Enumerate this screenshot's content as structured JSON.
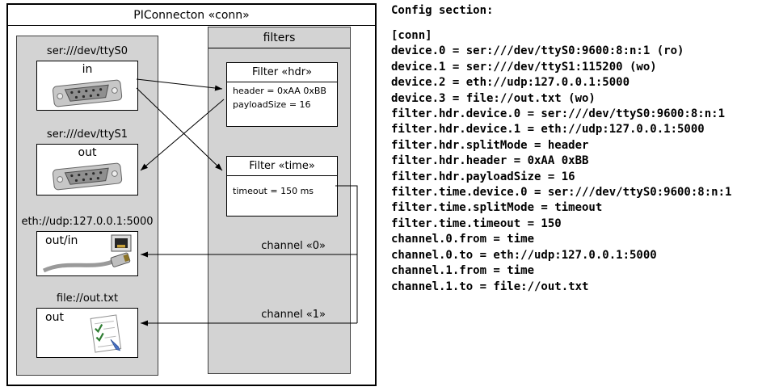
{
  "diagram": {
    "title": "PIConnecton «conn»",
    "devices": [
      {
        "label": "ser:///dev/ttyS0",
        "direction": "in",
        "icon": "serial-connector-icon"
      },
      {
        "label": "ser:///dev/ttyS1",
        "direction": "out",
        "icon": "serial-connector-icon"
      },
      {
        "label": "eth://udp:127.0.0.1:5000",
        "direction": "out/in",
        "icon": "ethernet-connector-icon"
      },
      {
        "label": "file://out.txt",
        "direction": "out",
        "icon": "document-icon"
      }
    ],
    "filters": {
      "title": "filters",
      "hdr": {
        "title": "Filter «hdr»",
        "lines": [
          "header = 0xAA 0xBB",
          "payloadSize = 16"
        ]
      },
      "time": {
        "title": "Filter «time»",
        "lines": [
          "timeout = 150 ms"
        ]
      },
      "channels": [
        "channel «0»",
        "channel «1»"
      ]
    }
  },
  "config": {
    "heading": "Config section:",
    "lines": [
      "[conn]",
      "device.0 = ser:///dev/ttyS0:9600:8:n:1 (ro)",
      "device.1 = ser:///dev/ttyS1:115200 (wo)",
      "device.2 = eth://udp:127.0.0.1:5000",
      "device.3 = file://out.txt (wo)",
      "filter.hdr.device.0 = ser:///dev/ttyS0:9600:8:n:1",
      "filter.hdr.device.1 = eth://udp:127.0.0.1:5000",
      "filter.hdr.splitMode = header",
      "filter.hdr.header = 0xAA 0xBB",
      "filter.hdr.payloadSize = 16",
      "filter.time.device.0 = ser:///dev/ttyS0:9600:8:n:1",
      "filter.time.splitMode = timeout",
      "filter.time.timeout = 150",
      "channel.0.from = time",
      "channel.0.to = eth://udp:127.0.0.1:5000",
      "channel.1.from = time",
      "channel.1.to = file://out.txt"
    ]
  },
  "colors": {
    "panel_gray": "#d3d3d3",
    "border_black": "#000000",
    "check_green": "#2e7d32"
  }
}
